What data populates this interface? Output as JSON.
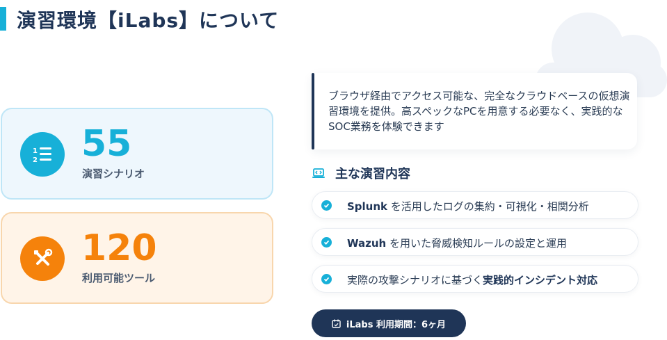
{
  "page": {
    "title": "演習環境【iLabs】について"
  },
  "stats": [
    {
      "number": "55",
      "label": "演習シナリオ",
      "icon": "numbered-list-icon",
      "color": "#17b0d8"
    },
    {
      "number": "120",
      "label": "利用可能ツール",
      "icon": "tools-icon",
      "color": "#f5820b"
    }
  ],
  "description": "ブラウザ経由でアクセス可能な、完全なクラウドベースの仮想演習環境を提供。高スペックなPCを用意する必要なく、実践的なSOC業務を体験できます",
  "section": {
    "title": "主な演習内容",
    "icon": "laptop-code-icon"
  },
  "items": [
    {
      "bold_lead": "Splunk",
      "text": " を活用したログの集約・可視化・相関分析",
      "bold_tail": ""
    },
    {
      "bold_lead": "Wazuh",
      "text": " を用いた脅威検知ルールの設定と運用",
      "bold_tail": ""
    },
    {
      "bold_lead": "",
      "text": "実際の攻撃シナリオに基づく",
      "bold_tail": "実践的インシデント対応"
    }
  ],
  "period_button": {
    "label": "iLabs 利用期間：6ヶ月",
    "icon": "calendar-check-icon"
  },
  "colors": {
    "accent": "#17b0d8",
    "orange": "#f5820b",
    "navy": "#1f3557"
  }
}
